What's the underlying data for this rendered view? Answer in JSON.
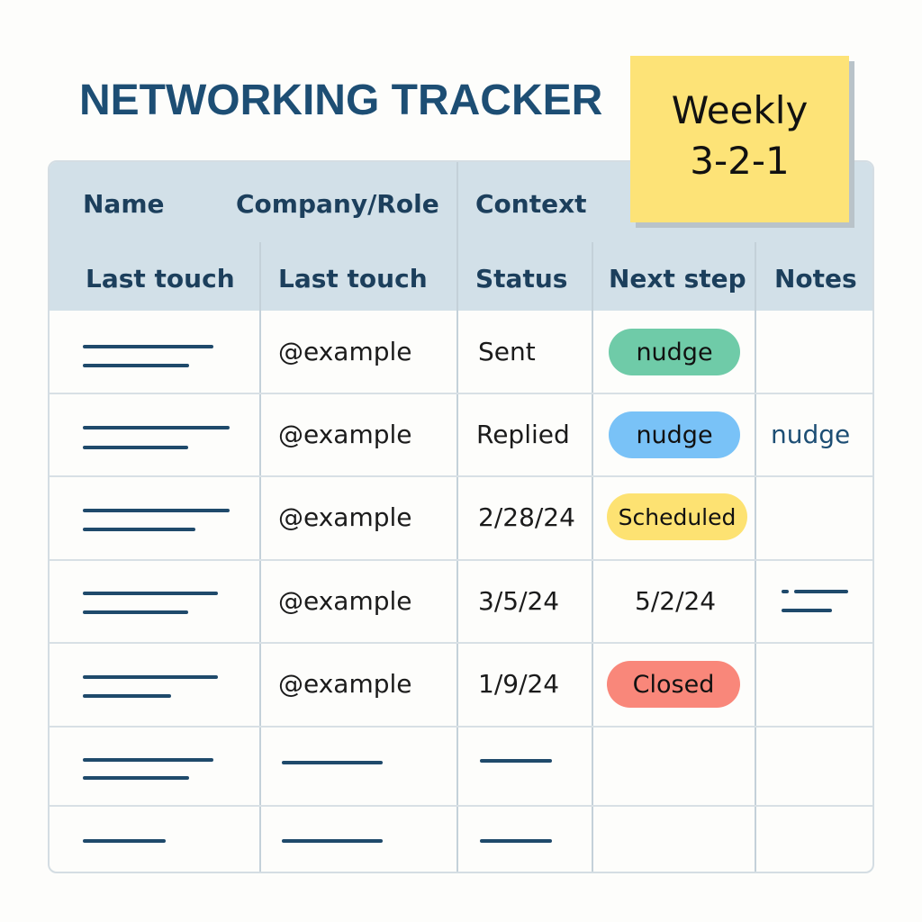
{
  "title": "NETWORKING TRACKER",
  "sticky_note": {
    "line1": "Weekly",
    "line2": "3-2-1"
  },
  "header_row1": [
    "Name",
    "Company/Role",
    "Context"
  ],
  "header_row2": [
    "Last touch",
    "Last touch",
    "Status",
    "Next step",
    "Notes"
  ],
  "rows": [
    {
      "company": "@example",
      "status": "Sent",
      "next_step": {
        "label": "nudge",
        "color": "#6fcba8"
      },
      "notes": ""
    },
    {
      "company": "@example",
      "status": "Replied",
      "next_step": {
        "label": "nudge",
        "color": "#79c2f7"
      },
      "notes": "nudge"
    },
    {
      "company": "@example",
      "status": "2/28/24",
      "next_step": {
        "label": "Scheduled",
        "color": "#fde272"
      },
      "notes": ""
    },
    {
      "company": "@example",
      "status": "3/5/24",
      "next_step": {
        "label": "5/2/24",
        "color": ""
      },
      "notes": ""
    },
    {
      "company": "@example",
      "status": "1/9/24",
      "next_step": {
        "label": "Closed",
        "color": "#f9877a"
      },
      "notes": ""
    }
  ],
  "colors": {
    "title": "#1d4e74",
    "header_bg": "#d2e0e8",
    "placeholder_line": "#1f4a6b"
  }
}
